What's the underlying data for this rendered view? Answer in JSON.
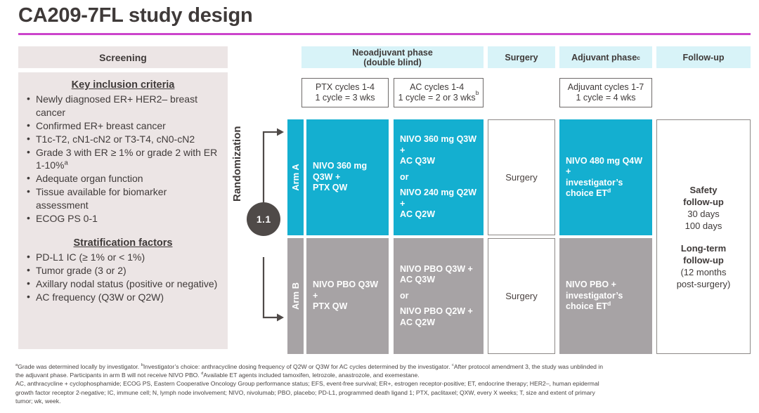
{
  "title": "CA209-7FL study design",
  "accent_rule_color": "#cc44cc",
  "colors": {
    "arm_a": "#14afd0",
    "arm_b": "#a7a3a5",
    "phase_header": "#d8f3f8",
    "screening_bg": "#ece5e5",
    "randomization_circle": "#4f4a48"
  },
  "screening": {
    "header": "Screening",
    "inclusion_title": "Key inclusion criteria",
    "inclusion_items": [
      "Newly diagnosed ER+ HER2– breast cancer",
      "Confirmed ER+ breast cancer",
      "T1c-T2, cN1-cN2 or T3-T4, cN0-cN2",
      "Grade 3 with ER ≥ 1% or grade 2 with ER 1-10%<sup>a</sup>",
      "Adequate organ function",
      "Tissue available for biomarker assessment",
      "ECOG PS 0-1"
    ],
    "stratification_title": "Stratification factors",
    "stratification_items": [
      "PD-L1 IC (≥ 1% or < 1%)",
      "Tumor grade (3 or 2)",
      "Axillary nodal status (positive or negative)",
      "AC frequency (Q3W or Q2W)"
    ]
  },
  "randomization": {
    "label": "Randomization",
    "ratio": "1:1"
  },
  "phases": {
    "neoadjuvant": "Neoadjuvant phase<br>(double blind)",
    "surgery": "Surgery",
    "adjuvant": "Adjuvant phase<sup>c</sup>",
    "followup": "Follow-up"
  },
  "cycles": {
    "ptx": "PTX cycles 1-4<br>1 cycle = 3 wks",
    "ac": "AC cycles 1-4<br>1 cycle = 2 or 3 wks<sup>b</sup>",
    "adjuvant": "Adjuvant cycles 1-7<br>1 cycle = 4 wks"
  },
  "arms": {
    "a": {
      "label": "Arm A",
      "ptx": "NIVO 360 mg Q3W +<br>PTX QW",
      "ac_first": "NIVO 360 mg Q3W +<br>AC Q3W",
      "ac_or": "or",
      "ac_second": "NIVO 240 mg Q2W +<br>AC Q2W",
      "surgery": "Surgery",
      "adjuvant": "NIVO 480 mg Q4W +<br>investigator’s<br>choice ET<sup>d</sup>"
    },
    "b": {
      "label": "Arm B",
      "ptx": "NIVO PBO Q3W +<br>PTX QW",
      "ac_first": "NIVO PBO Q3W +<br>AC Q3W",
      "ac_or": "or",
      "ac_second": "NIVO PBO Q2W +<br>AC Q2W",
      "surgery": "Surgery",
      "adjuvant": "NIVO PBO +<br>investigator’s<br>choice ET<sup>d</sup>"
    }
  },
  "followup": {
    "safety_title": "Safety<br>follow-up",
    "safety_lines": "30 days<br>100 days",
    "longterm_title": "Long-term<br>follow-up",
    "longterm_lines": "(12 months<br>post-surgery)"
  },
  "footnotes": {
    "line1": "<sup>a</sup>Grade was determined locally by investigator. <sup>b</sup>Investigator’s choice: anthracycline dosing frequency of Q2W or Q3W for AC cycles determined by the investigator. <sup>c</sup>After protocol amendment 3, the study was unblinded in",
    "line2": "the adjuvant phase. Participants in arm B will not receive NIVO PBO. <sup>d</sup>Available ET agents included tamoxifen, letrozole, anastrozole, and exemestane.",
    "line3": "AC, anthracycline + cyclophosphamide; ECOG PS, Eastern Cooperative Oncology Group performance status; EFS, event-free survival; ER+, estrogen receptor-positive; ET, endocrine therapy; HER2–, human epidermal",
    "line4": "growth factor receptor 2-negative; IC, immune cell; N, lymph node involvement; NIVO, nivolumab; PBO, placebo; PD-L1, programmed death ligand 1; PTX, paclitaxel; QXW, every X weeks; T, size and extent of primary",
    "line5": "tumor; wk, week."
  }
}
